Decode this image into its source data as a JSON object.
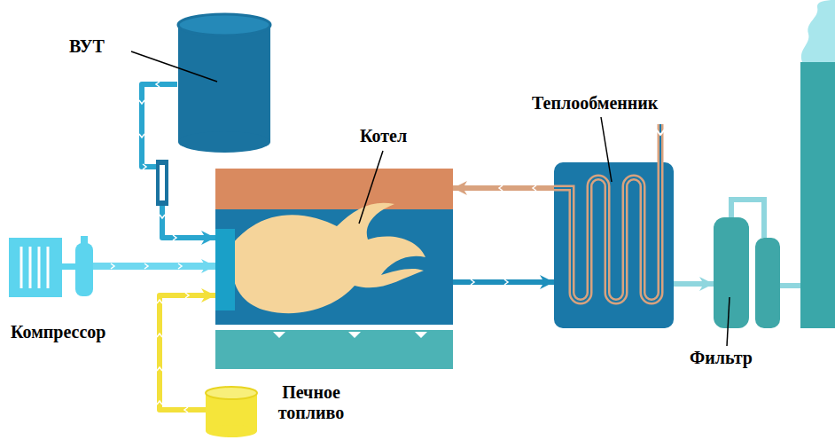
{
  "diagram": {
    "nodes": [
      {
        "text": [
          "ВУТ"
        ]
      },
      {
        "text": [
          "Котел"
        ]
      },
      {
        "text": [
          "Компрессор"
        ]
      },
      {
        "text": [
          "Печное топливо"
        ]
      },
      {
        "text": [
          "Теплообменник"
        ]
      },
      {
        "text": [
          "Фильтр"
        ]
      }
    ],
    "edges": [
      {
        "from": 0,
        "to": 1,
        "arrow": "to"
      },
      {
        "from": 2,
        "to": 1,
        "arrow": "to"
      },
      {
        "from": 3,
        "to": 1,
        "arrow": "to"
      },
      {
        "from": 4,
        "to": 1,
        "arrow": "to"
      },
      {
        "from": 1,
        "to": 4,
        "arrow": "to"
      },
      {
        "from": 4,
        "to": 5,
        "arrow": "to"
      }
    ]
  }
}
